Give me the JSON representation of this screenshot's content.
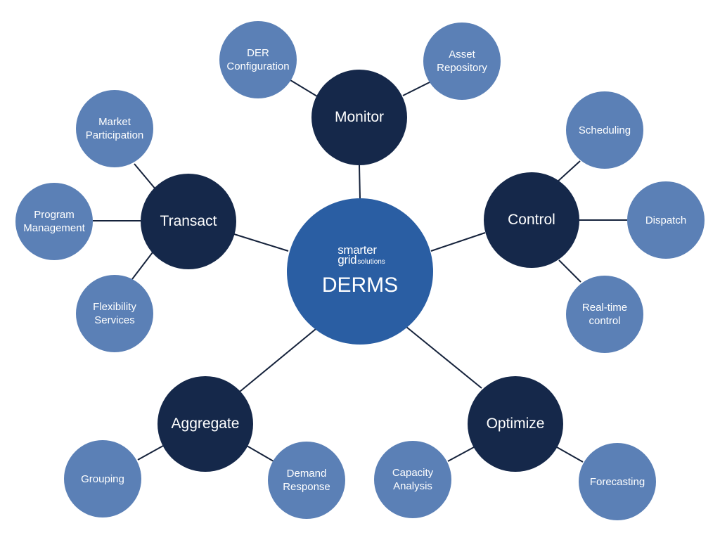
{
  "colors": {
    "hub": "#2a5ea3",
    "main_node": "#15284a",
    "leaf_node": "#5b80b6",
    "connector": "#15223b",
    "text": "#ffffff",
    "background": "#ffffff"
  },
  "hub": {
    "brand_top": "smarter",
    "brand_bottom": "grid",
    "brand_sub": "solutions",
    "title": "DERMS"
  },
  "nodes": {
    "monitor": "Monitor",
    "transact": "Transact",
    "control": "Control",
    "aggregate": "Aggregate",
    "optimize": "Optimize"
  },
  "leaves": {
    "der_configuration": "DER\nConfiguration",
    "asset_repository": "Asset\nRepository",
    "market_participation": "Market\nParticipation",
    "program_management": "Program\nManagement",
    "flexibility_services": "Flexibility\nServices",
    "scheduling": "Scheduling",
    "dispatch": "Dispatch",
    "realtime_control": "Real-time\ncontrol",
    "grouping": "Grouping",
    "demand_response": "Demand\nResponse",
    "capacity_analysis": "Capacity\nAnalysis",
    "forecasting": "Forecasting"
  }
}
